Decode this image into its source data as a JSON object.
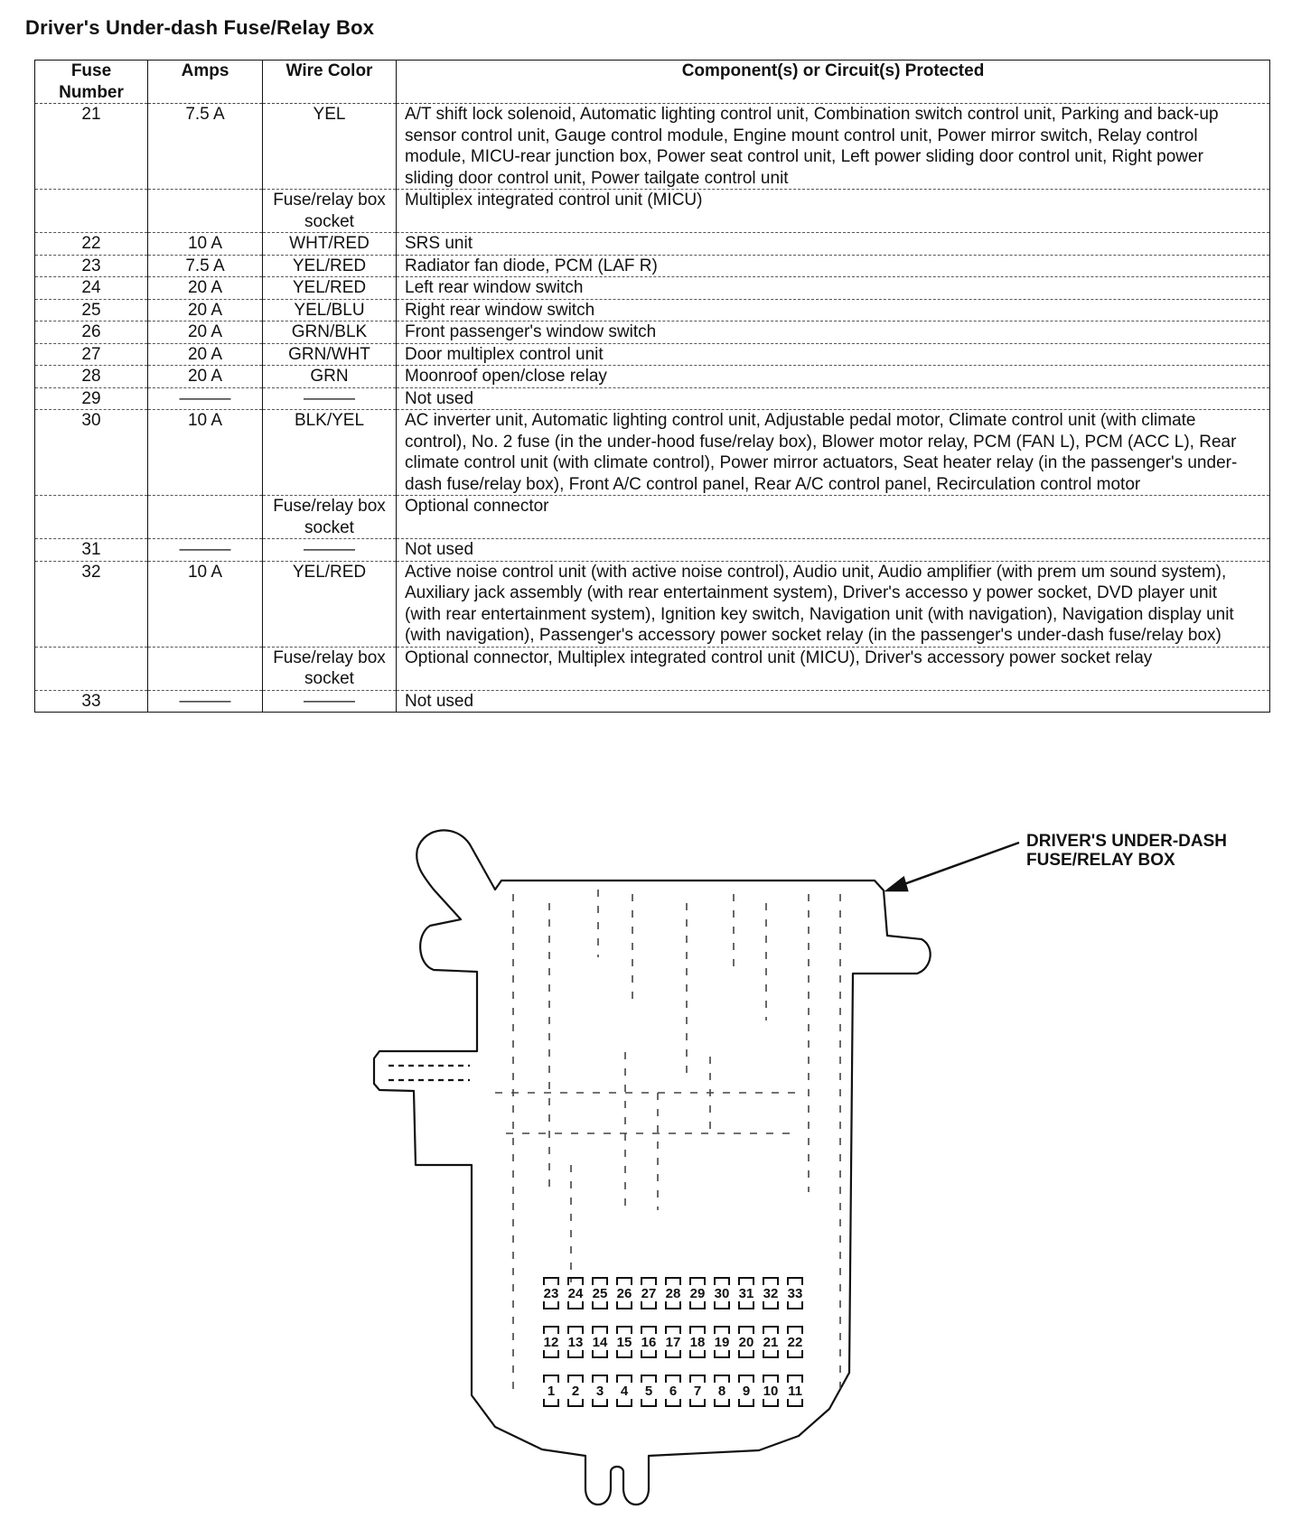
{
  "title": "Driver's Under-dash Fuse/Relay Box",
  "table": {
    "headers": {
      "fuse_number": "Fuse Number",
      "amps": "Amps",
      "wire_color": "Wire Color",
      "component": "Component(s) or Circuit(s) Protected"
    },
    "rows": [
      {
        "fuse": "21",
        "amps": "7.5 A",
        "wire": "YEL",
        "component": "A/T shift lock solenoid, Automatic lighting control unit, Combination switch control unit, Parking and back-up sensor control unit, Gauge control module, Engine mount control unit, Power mirror switch, Relay control module, MICU-rear junction box, Power seat control unit, Left power sliding door control unit, Right power sliding door control unit, Power tailgate control unit"
      },
      {
        "fuse": "",
        "amps": "",
        "wire": "Fuse/relay box socket",
        "component": "Multiplex integrated control unit (MICU)"
      },
      {
        "fuse": "22",
        "amps": "10 A",
        "wire": "WHT/RED",
        "component": "SRS unit"
      },
      {
        "fuse": "23",
        "amps": "7.5 A",
        "wire": "YEL/RED",
        "component": "Radiator fan diode, PCM (LAF R)"
      },
      {
        "fuse": "24",
        "amps": "20 A",
        "wire": "YEL/RED",
        "component": "Left rear window switch"
      },
      {
        "fuse": "25",
        "amps": "20 A",
        "wire": "YEL/BLU",
        "component": "Right rear window switch"
      },
      {
        "fuse": "26",
        "amps": "20 A",
        "wire": "GRN/BLK",
        "component": "Front passenger's window switch"
      },
      {
        "fuse": "27",
        "amps": "20 A",
        "wire": "GRN/WHT",
        "component": "Door multiplex control unit"
      },
      {
        "fuse": "28",
        "amps": "20 A",
        "wire": "GRN",
        "component": "Moonroof open/close relay"
      },
      {
        "fuse": "29",
        "amps": "———",
        "wire": "———",
        "component": "Not used"
      },
      {
        "fuse": "30",
        "amps": "10 A",
        "wire": "BLK/YEL",
        "component": "AC inverter unit, Automatic lighting control unit, Adjustable pedal motor, Climate control unit (with climate control), No. 2 fuse (in the under-hood fuse/relay box), Blower motor relay, PCM (FAN L), PCM (ACC L), Rear climate control unit (with climate control), Power mirror actuators, Seat heater relay (in the passenger's under-dash fuse/relay box), Front A/C control panel, Rear A/C control panel, Recirculation control motor"
      },
      {
        "fuse": "",
        "amps": "",
        "wire": "Fuse/relay box socket",
        "component": "Optional connector"
      },
      {
        "fuse": "31",
        "amps": "———",
        "wire": "———",
        "component": "Not used"
      },
      {
        "fuse": "32",
        "amps": "10 A",
        "wire": "YEL/RED",
        "component": "Active noise control unit (with active noise control), Audio unit, Audio amplifier (with prem um sound system), Auxiliary jack assembly (with rear entertainment system), Driver's accesso y power socket, DVD player unit (with rear entertainment system), Ignition key switch, Navigation unit (with navigation), Navigation display unit (with navigation), Passenger's accessory power socket relay (in the passenger's under-dash fuse/relay box)"
      },
      {
        "fuse": "",
        "amps": "",
        "wire": "Fuse/relay box socket",
        "component": "Optional connector, Multiplex integrated control unit (MICU), Driver's accessory power socket relay"
      },
      {
        "fuse": "33",
        "amps": "———",
        "wire": "———",
        "component": "Not used"
      }
    ]
  },
  "diagram": {
    "callout_line1": "DRIVER'S UNDER-DASH",
    "callout_line2": "FUSE/RELAY BOX",
    "fuse_rows": [
      [
        "23",
        "24",
        "25",
        "26",
        "27",
        "28",
        "29",
        "30",
        "31",
        "32",
        "33"
      ],
      [
        "12",
        "13",
        "14",
        "15",
        "16",
        "17",
        "18",
        "19",
        "20",
        "21",
        "22"
      ],
      [
        "1",
        "2",
        "3",
        "4",
        "5",
        "6",
        "7",
        "8",
        "9",
        "10",
        "11"
      ]
    ]
  }
}
